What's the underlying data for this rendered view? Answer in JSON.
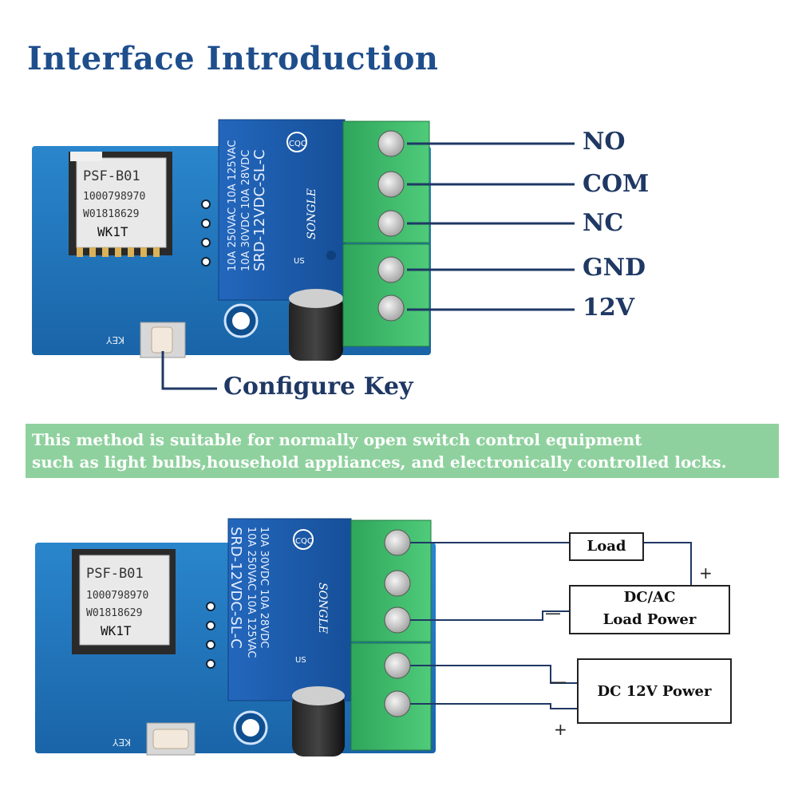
{
  "title": "Interface Introduction",
  "terminals": [
    "NO",
    "COM",
    "NC",
    "GND",
    "12V"
  ],
  "configure_key": "Configure Key",
  "banner": {
    "line1": "This method is suitable for normally open switch control equipment",
    "line2": "such as light bulbs,household appliances, and electronically controlled locks."
  },
  "board": {
    "module_name": "PSF-B01",
    "module_id": "1000798970",
    "module_code": "W01818629",
    "module_model": "WK1T",
    "relay_lines": [
      "10A 250VAC  10A 125VAC",
      "10A 30VDC  10A 28VDC",
      "SRD-12VDC-SL-C"
    ],
    "relay_brand": "SONGLE",
    "relay_cert": "CQC",
    "relay_mark": "US",
    "key_silk": "KEY"
  },
  "wiring": {
    "load": "Load",
    "dcac_line1": "DC/AC",
    "dcac_line2": "Load Power",
    "dc12v": "DC 12V Power",
    "plus": "+",
    "minus": "—"
  },
  "colors": {
    "title": "#1f4e8c",
    "labels": "#1f3864",
    "banner": "#8fd19e",
    "pcb": "#1e73b8",
    "relay": "#1d5fb0",
    "terminal": "#3dba6a"
  }
}
